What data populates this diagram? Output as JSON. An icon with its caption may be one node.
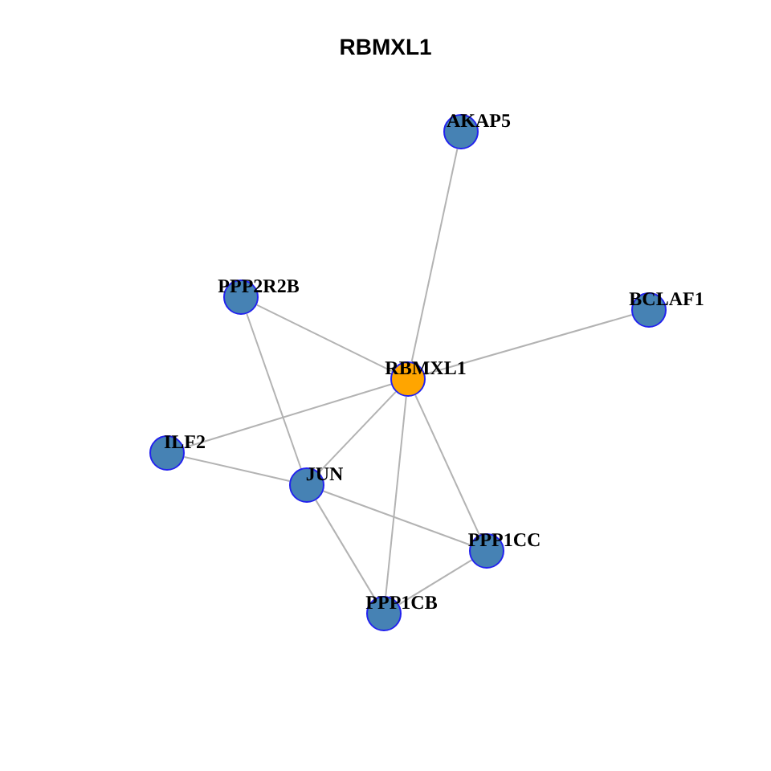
{
  "diagram": {
    "title": "RBMXL1",
    "nodes": [
      {
        "text": [
          "AKAP5"
        ]
      },
      {
        "text": [
          "PPP2R2B"
        ]
      },
      {
        "text": [
          "BCLAF1"
        ]
      },
      {
        "text": [
          "RBMXL1"
        ]
      },
      {
        "text": [
          "ILF2"
        ]
      },
      {
        "text": [
          "JUN"
        ]
      },
      {
        "text": [
          "PPP1CC"
        ]
      },
      {
        "text": [
          "PPP1CB"
        ]
      }
    ],
    "edges": [
      {
        "from": 3,
        "to": 0,
        "arrow": "none"
      },
      {
        "from": 3,
        "to": 1,
        "arrow": "none"
      },
      {
        "from": 3,
        "to": 2,
        "arrow": "none"
      },
      {
        "from": 3,
        "to": 4,
        "arrow": "none"
      },
      {
        "from": 3,
        "to": 5,
        "arrow": "none"
      },
      {
        "from": 3,
        "to": 6,
        "arrow": "none"
      },
      {
        "from": 3,
        "to": 7,
        "arrow": "none"
      },
      {
        "from": 1,
        "to": 5,
        "arrow": "none"
      },
      {
        "from": 4,
        "to": 5,
        "arrow": "none"
      },
      {
        "from": 5,
        "to": 6,
        "arrow": "none"
      },
      {
        "from": 5,
        "to": 7,
        "arrow": "none"
      },
      {
        "from": 6,
        "to": 7,
        "arrow": "none"
      }
    ]
  }
}
